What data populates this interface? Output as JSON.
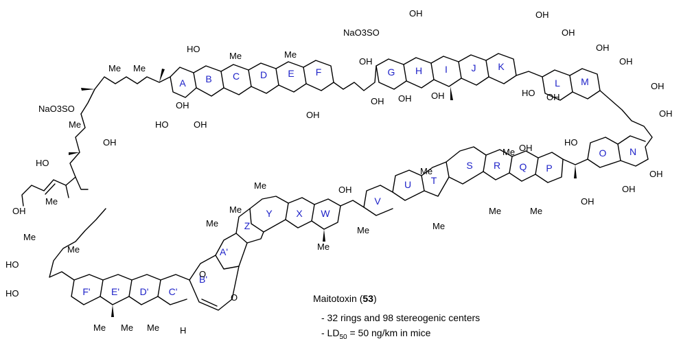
{
  "ring_label_color": "#1e22c8",
  "ring_labels": [
    "A",
    "B",
    "C",
    "D",
    "E",
    "F",
    "G",
    "H",
    "I",
    "J",
    "K",
    "L",
    "M",
    "N",
    "O",
    "P",
    "Q",
    "R",
    "S",
    "T",
    "U",
    "V",
    "W",
    "X",
    "Y",
    "Z",
    "A'",
    "B'",
    "C'",
    "D'",
    "E'",
    "F'"
  ],
  "substituents": {
    "oh": "OH",
    "ho": "HO",
    "me": "Me",
    "h": "H",
    "o": "O",
    "naso3so_right": "NaO3SO",
    "naso3so_left": "NaO3SO"
  },
  "caption": {
    "name": "Maitotoxin (",
    "number": "53",
    "close": ")",
    "bullet1": "- 32 rings and 98 stereogenic centers",
    "bullet2_prefix": "- LD",
    "bullet2_sub": "50",
    "bullet2_suffix": " = 50 ng/km in mice"
  }
}
